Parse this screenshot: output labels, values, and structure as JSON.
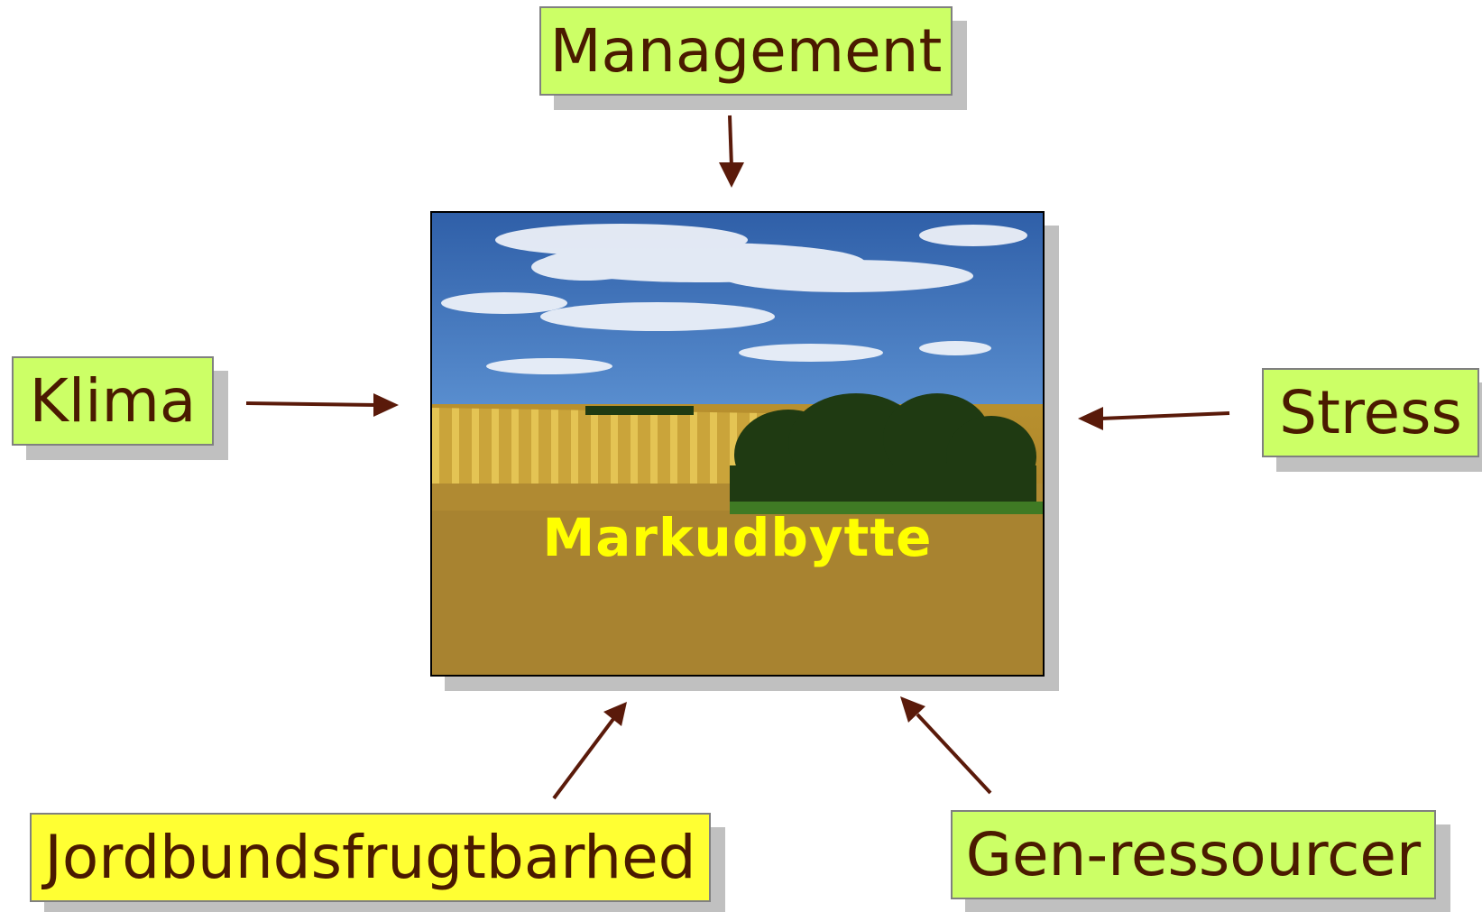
{
  "center": {
    "caption": "Markudbytte",
    "image": "wheat-field-with-trees-under-cloudy-sky"
  },
  "factors": {
    "management": "Management",
    "klima": "Klima",
    "stress": "Stress",
    "jordbund": "Jordbundsfrugtbarhed",
    "gen": "Gen-ressourcer"
  },
  "colors": {
    "box_fill": "#ccff66",
    "box_highlight_fill": "#ffff33",
    "text": "#4a1a00",
    "arrow": "#5a1a0a",
    "caption": "#ffff00"
  }
}
